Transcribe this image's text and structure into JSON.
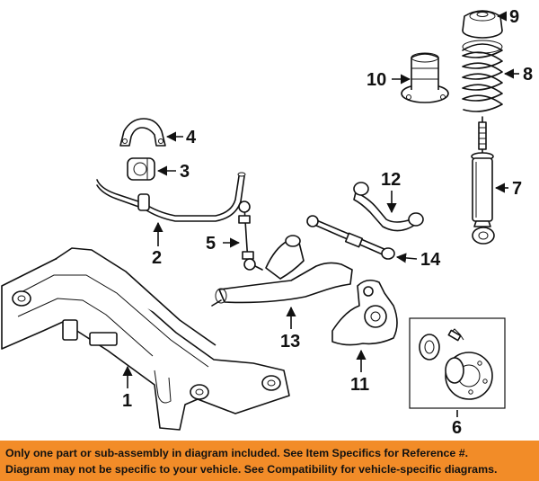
{
  "callouts": [
    {
      "number": "1",
      "part": "crossmember"
    },
    {
      "number": "2",
      "part": "stabilizer-bar"
    },
    {
      "number": "3",
      "part": "stabilizer-bushing"
    },
    {
      "number": "4",
      "part": "bushing-bracket"
    },
    {
      "number": "5",
      "part": "stabilizer-link"
    },
    {
      "number": "6",
      "part": "hub-bearing-assembly"
    },
    {
      "number": "7",
      "part": "shock-absorber"
    },
    {
      "number": "8",
      "part": "coil-spring"
    },
    {
      "number": "9",
      "part": "spring-upper-insulator"
    },
    {
      "number": "10",
      "part": "strut-mount-boot"
    },
    {
      "number": "11",
      "part": "knuckle"
    },
    {
      "number": "12",
      "part": "upper-control-arm"
    },
    {
      "number": "13",
      "part": "lower-control-arm"
    },
    {
      "number": "14",
      "part": "lateral-link"
    }
  ],
  "footer": {
    "line1": "Only one part or sub-assembly in diagram included. See Item Specifics for Reference #.",
    "line2": "Diagram may not be specific to your vehicle. See Compatibility for vehicle-specific diagrams.",
    "background": "#f28c28"
  }
}
